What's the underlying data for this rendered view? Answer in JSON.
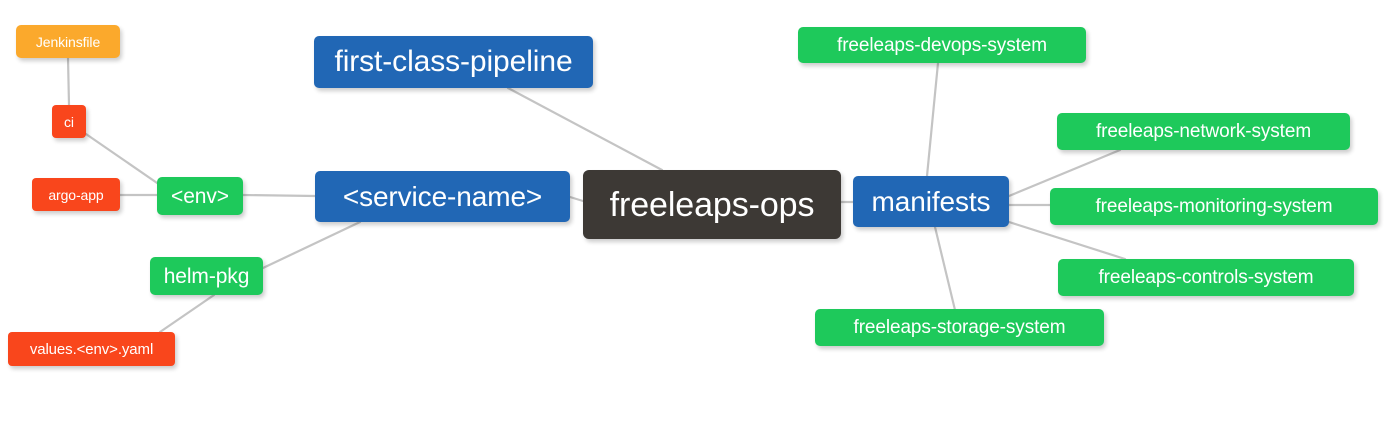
{
  "diagram": {
    "type": "mind-map",
    "title": "freeleaps-ops",
    "background": "#ffffff",
    "edge_color": "#c4c4c4",
    "palette": {
      "root": "#3d3935",
      "blue": "#2167b5",
      "green": "#1ec95b",
      "orange": "#fba92c",
      "red": "#f9461c",
      "text": "#ffffff"
    }
  },
  "nodes": {
    "root": {
      "label": "freeleaps-ops"
    },
    "first_class_pipeline": {
      "label": "first-class-pipeline"
    },
    "service_name": {
      "label": "<service-name>"
    },
    "env": {
      "label": "<env>"
    },
    "ci": {
      "label": "ci"
    },
    "jenkinsfile": {
      "label": "Jenkinsfile"
    },
    "argo_app": {
      "label": "argo-app"
    },
    "helm_pkg": {
      "label": "helm-pkg"
    },
    "values_yaml": {
      "label": "values.<env>.yaml"
    },
    "manifests": {
      "label": "manifests"
    },
    "devops_system": {
      "label": "freeleaps-devops-system"
    },
    "network_system": {
      "label": "freeleaps-network-system"
    },
    "monitoring_system": {
      "label": "freeleaps-monitoring-system"
    },
    "controls_system": {
      "label": "freeleaps-controls-system"
    },
    "storage_system": {
      "label": "freeleaps-storage-system"
    }
  }
}
